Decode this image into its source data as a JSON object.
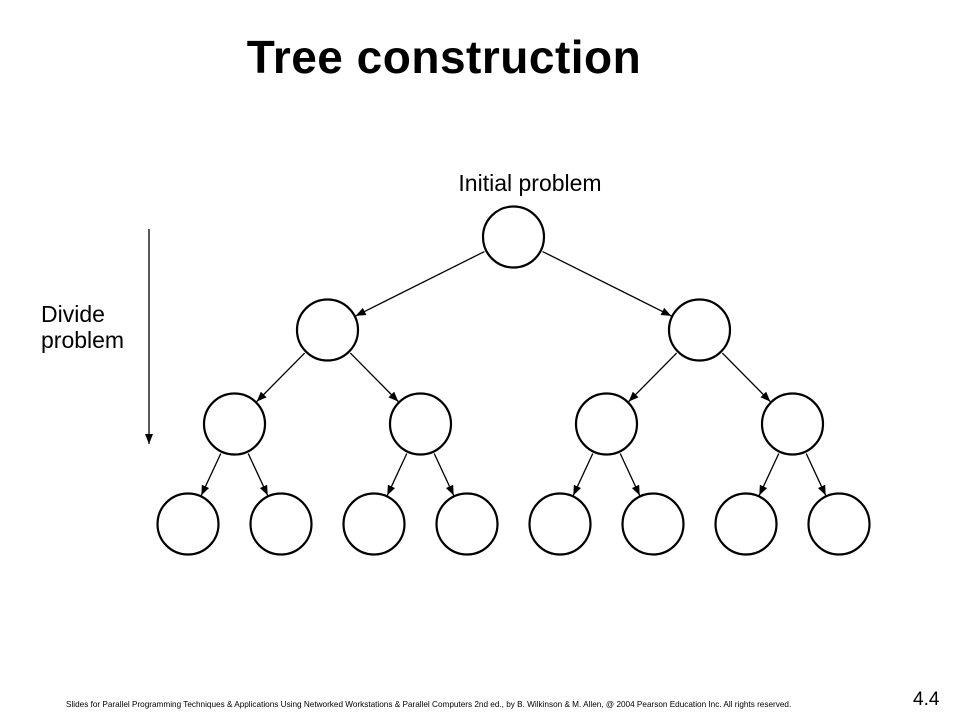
{
  "slide": {
    "title": "Tree construction",
    "slide_number": "4.4",
    "footer": "Slides for Parallel Programming Techniques & Applications Using Networked Workstations & Parallel Computers 2nd ed., by B. Wilkinson & M. Allen, @ 2004 Pearson Education Inc. All rights reserved."
  },
  "diagram": {
    "root_label": "Initial problem",
    "side_label_line1": "Divide",
    "side_label_line2": "problem",
    "levels": 4,
    "branching": 2,
    "line_color": "#000000",
    "node_fill": "#ffffff"
  }
}
